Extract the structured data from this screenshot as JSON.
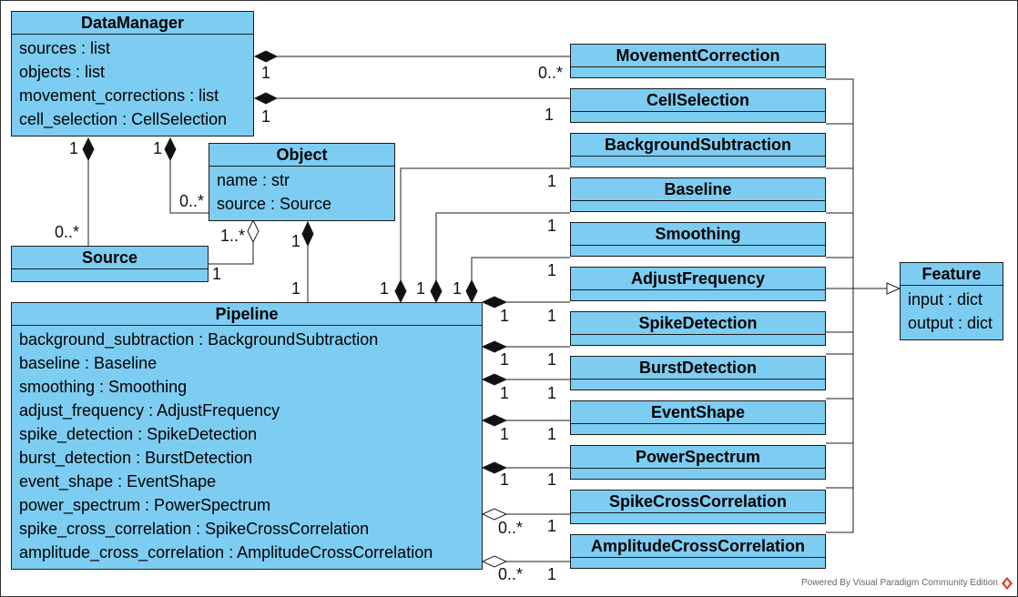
{
  "classes": {
    "datamanager": {
      "name": "DataManager",
      "attrs": [
        "sources : list",
        "objects : list",
        "movement_corrections : list",
        "cell_selection : CellSelection"
      ]
    },
    "object": {
      "name": "Object",
      "attrs": [
        "name : str",
        "source : Source"
      ]
    },
    "source": {
      "name": "Source"
    },
    "pipeline": {
      "name": "Pipeline",
      "attrs": [
        "background_subtraction : BackgroundSubtraction",
        "baseline : Baseline",
        "smoothing : Smoothing",
        "adjust_frequency : AdjustFrequency",
        "spike_detection : SpikeDetection",
        "burst_detection : BurstDetection",
        "event_shape : EventShape",
        "power_spectrum : PowerSpectrum",
        "spike_cross_correlation : SpikeCrossCorrelation",
        "amplitude_cross_correlation : AmplitudeCrossCorrelation"
      ]
    },
    "feature": {
      "name": "Feature",
      "attrs": [
        "input : dict",
        "output : dict"
      ]
    },
    "movementcorrection": {
      "name": "MovementCorrection"
    },
    "cellselection": {
      "name": "CellSelection"
    },
    "backgroundsubtraction": {
      "name": "BackgroundSubtraction"
    },
    "baseline": {
      "name": "Baseline"
    },
    "smoothing": {
      "name": "Smoothing"
    },
    "adjustfrequency": {
      "name": "AdjustFrequency"
    },
    "spikedetection": {
      "name": "SpikeDetection"
    },
    "burstdetection": {
      "name": "BurstDetection"
    },
    "eventshape": {
      "name": "EventShape"
    },
    "powerspectrum": {
      "name": "PowerSpectrum"
    },
    "spikecrosscorrelation": {
      "name": "SpikeCrossCorrelation"
    },
    "amplitudecrosscorrelation": {
      "name": "AmplitudeCrossCorrelation"
    }
  },
  "multiplicities": {
    "dm_mc_near": "1",
    "dm_mc_far": "0..*",
    "dm_cs_near": "1",
    "dm_cs_far": "1",
    "dm_src_near": "1",
    "dm_src_far": "0..*",
    "dm_obj_near": "1",
    "dm_obj_far": "0..*",
    "obj_src_near": "1..*",
    "obj_src_far": "1",
    "obj_pl_near": "1",
    "obj_pl_far": "1",
    "pl_bs_near": "1",
    "pl_bs_far": "1",
    "pl_bl_near": "1",
    "pl_bl_far": "1",
    "pl_sm_near": "1",
    "pl_sm_far": "1",
    "pl_af_near": "1",
    "pl_af_far": "1",
    "pl_sd_near": "1",
    "pl_sd_far": "1",
    "pl_bd_near": "1",
    "pl_bd_far": "1",
    "pl_es_near": "1",
    "pl_es_far": "1",
    "pl_ps_near": "1",
    "pl_ps_far": "1",
    "pl_scc_near": "0..*",
    "pl_scc_far": "1",
    "pl_acc_near": "0..*",
    "pl_acc_far": "1"
  },
  "footer": "Powered By  Visual Paradigm Community Edition",
  "colors": {
    "class_fill": "#7dcdf2",
    "line": "#1c1c1c"
  }
}
